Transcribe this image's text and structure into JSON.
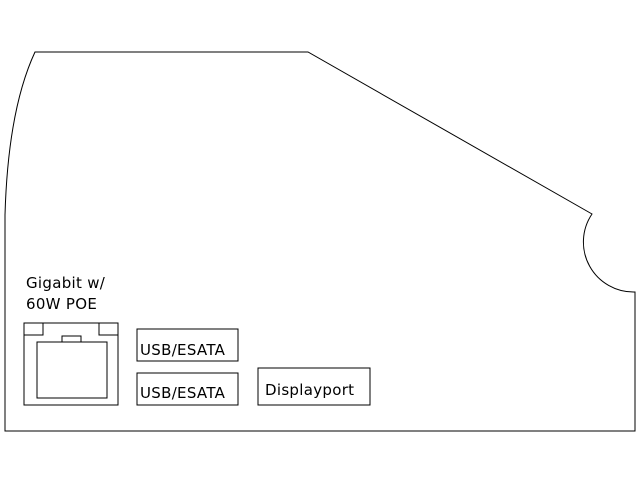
{
  "labels": {
    "ethernet_line1": "Gigabit w/",
    "ethernet_line2": "60W POE",
    "usb_top": "USB/ESATA",
    "usb_bottom": "USB/ESATA",
    "displayport": "Displayport"
  },
  "colors": {
    "background": "#ffffff",
    "line": "#000000"
  }
}
